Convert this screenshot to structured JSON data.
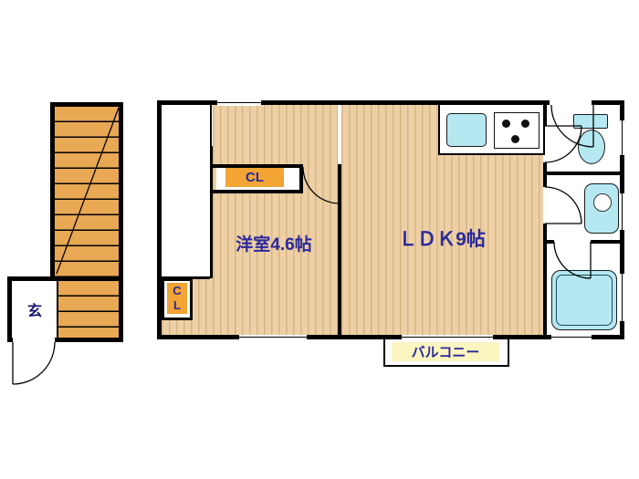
{
  "labels": {
    "entrance": "玄",
    "closet": "CL",
    "closet_under_stairs": "CL",
    "western_room": "洋室4.6帖",
    "ldk": "ＬＤＫ9帖",
    "balcony": "バルコニー"
  },
  "fixtures": {
    "kitchen_sink": "kitchen-sink",
    "stove": "gas-stove",
    "toilet": "toilet",
    "washbasin": "washbasin",
    "bathtub": "bathtub"
  },
  "colors": {
    "wall": "#000000",
    "wood_floor": "#edd0a6",
    "wood_stripe": "#d9b584",
    "stair": "#e9a854",
    "fixture": "#b5e8f1",
    "text_blue": "#2a2a9c",
    "closet_bg": "#f2a435",
    "balcony_label_bg": "#fbf5c0"
  }
}
